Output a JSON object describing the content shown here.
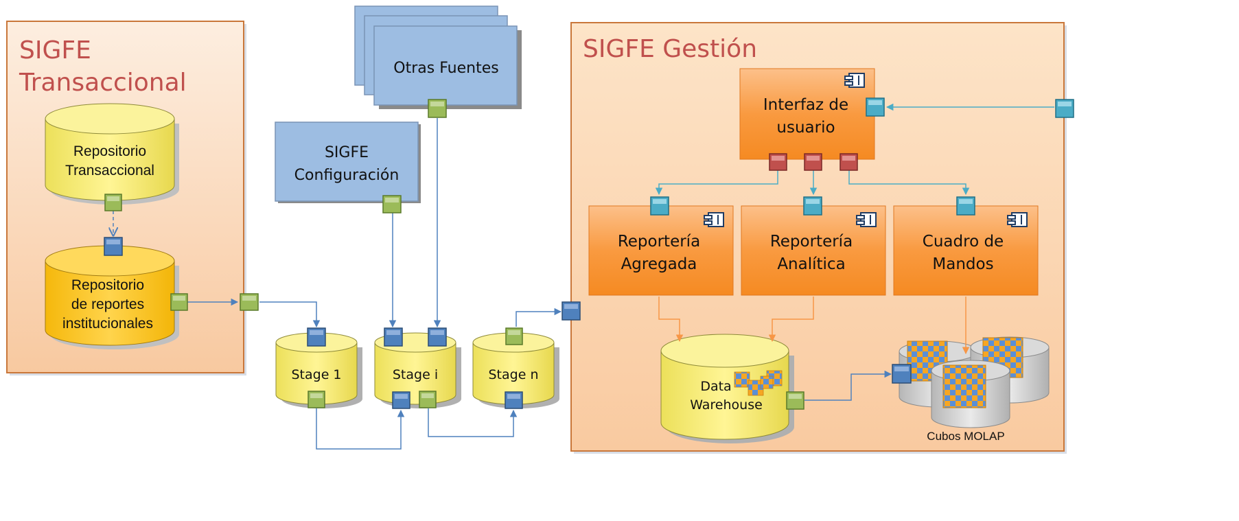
{
  "left_panel": {
    "title_line1": "SIGFE",
    "title_line2": "Transaccional"
  },
  "right_panel": {
    "title": "SIGFE Gestión"
  },
  "repositorio_transaccional": {
    "line1": "Repositorio",
    "line2": "Transaccional"
  },
  "repositorio_reportes": {
    "line1": "Repositorio",
    "line2": "de reportes",
    "line3": "institucionales"
  },
  "otras_fuentes": {
    "label": "Otras Fuentes"
  },
  "sigfe_configuracion": {
    "line1": "SIGFE",
    "line2": "Configuración"
  },
  "stages": {
    "stage1": "Stage 1",
    "stage_i": "Stage i",
    "stage_n": "Stage n"
  },
  "interfaz": {
    "line1": "Interfaz de",
    "line2": "usuario"
  },
  "reporteria_agregada": {
    "line1": "Reportería",
    "line2": "Agregada"
  },
  "reporteria_analitica": {
    "line1": "Reportería",
    "line2": "Analítica"
  },
  "cuadro_mandos": {
    "line1": "Cuadro de",
    "line2": "Mandos"
  },
  "data_warehouse": {
    "line1": "Data",
    "line2": "Warehouse"
  },
  "cubos": {
    "label": "Cubos MOLAP"
  },
  "colors": {
    "panel_border": "#c9773a",
    "title_red": "#c0504d",
    "cylinder_yellow": "#f4ea6a",
    "cylinder_gold": "#f7c11a",
    "box_blue": "#9dbde2",
    "box_orange": "#f8a040",
    "port_green": "#9bbb59",
    "port_blue": "#4f81bd",
    "port_cyan": "#4bacc6",
    "port_red": "#c0504d",
    "line_blue": "#4f81bd",
    "line_orange": "#f79646"
  }
}
